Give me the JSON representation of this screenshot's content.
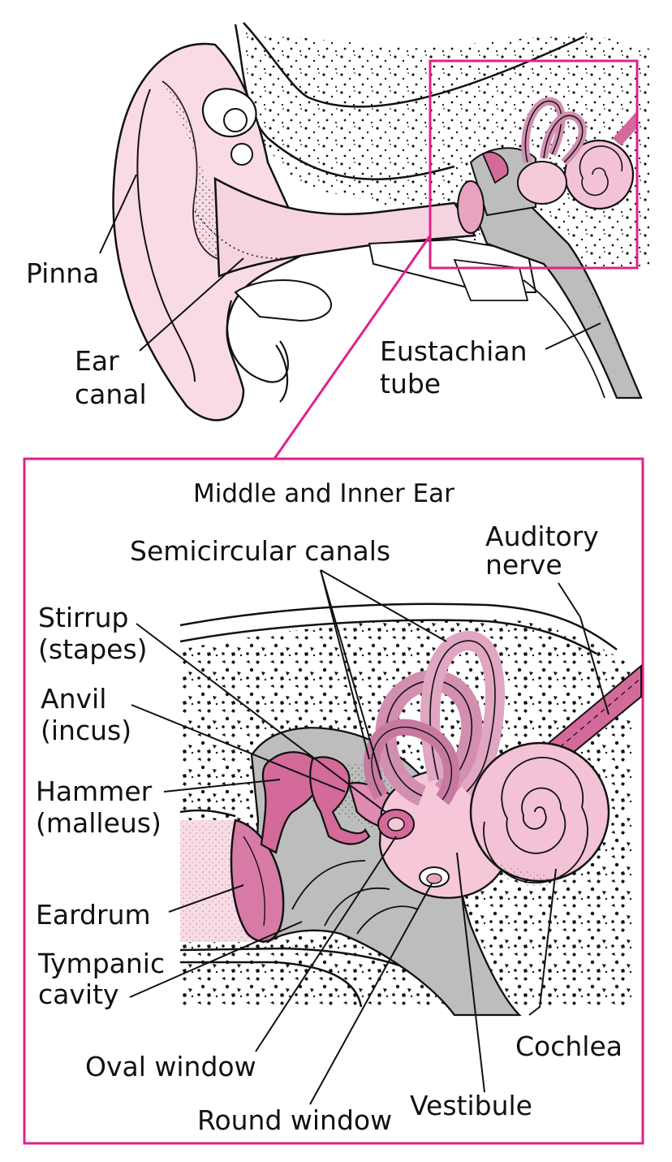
{
  "colors": {
    "accent": "#e0218a",
    "pink_light": "#f9dbe6",
    "pink_mid": "#e8a3c0",
    "pink_deep": "#d36a9a",
    "pink_canal": "#d28fb0",
    "gray_bone": "#bdbdbd",
    "ink": "#111111"
  },
  "overview": {
    "labels": {
      "pinna": "Pinna",
      "ear_canal_1": "Ear",
      "ear_canal_2": "canal",
      "eustachian_1": "Eustachian",
      "eustachian_2": "tube"
    }
  },
  "detail": {
    "title": "Middle and Inner Ear",
    "labels": {
      "semicircular": "Semicircular canals",
      "auditory_1": "Auditory",
      "auditory_2": "nerve",
      "stirrup_1": "Stirrup",
      "stirrup_2": "(stapes)",
      "anvil_1": "Anvil",
      "anvil_2": "(incus)",
      "hammer_1": "Hammer",
      "hammer_2": "(malleus)",
      "eardrum": "Eardrum",
      "tympanic_1": "Tympanic",
      "tympanic_2": "cavity",
      "oval_window": "Oval window",
      "round_window": "Round window",
      "vestibule": "Vestibule",
      "cochlea": "Cochlea"
    }
  }
}
